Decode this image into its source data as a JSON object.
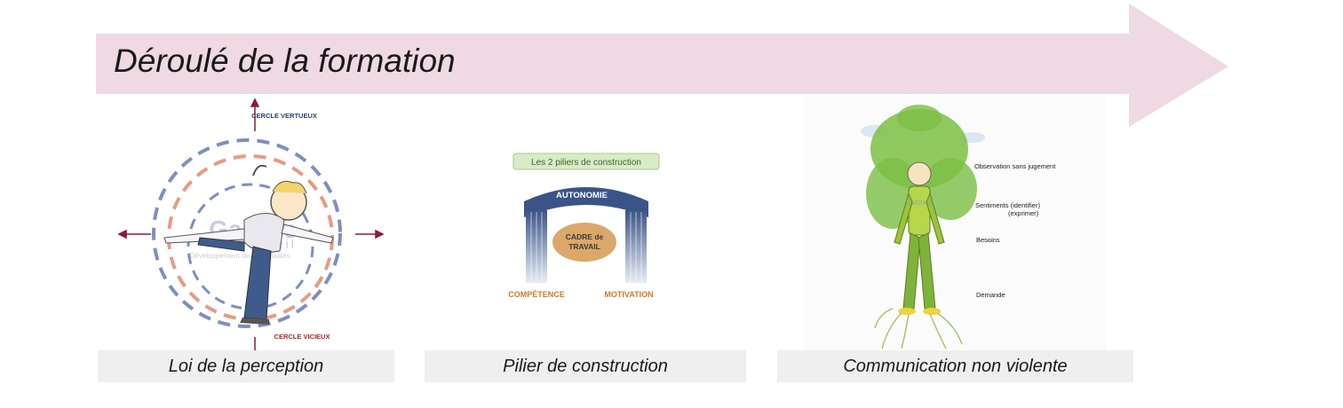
{
  "title": "Déroulé de la formation",
  "colors": {
    "arrow": "#efd9e3",
    "caption_bg": "#efefef",
    "blue_dash": "#7e8fbf",
    "orange_dash": "#e99a85",
    "leaf_green": "#7bbf43",
    "orange_center": "#dba86a"
  },
  "panels": [
    {
      "caption": "Loi de la perception",
      "label_top": "CERCLE VERTUEUX",
      "label_bottom": "CERCLE VICIEUX",
      "watermark_main": "Galaxie",
      "watermark_sub": "Conseil",
      "watermark_tag": "Développement de Potentialités"
    },
    {
      "caption": "Pilier de construction",
      "header": "Les 2 piliers de construction",
      "arch": "AUTONOMIE",
      "center_line1": "CADRE de",
      "center_line2": "TRAVAIL",
      "left": "COMPÉTENCE",
      "right": "MOTIVATION"
    },
    {
      "caption": "Communication non violente",
      "labels": [
        "Observation sans jugement",
        "Sentiments (identifier)",
        "(exprimer)",
        "Besoins",
        "Demande"
      ],
      "watermark": "Galaxie"
    }
  ]
}
